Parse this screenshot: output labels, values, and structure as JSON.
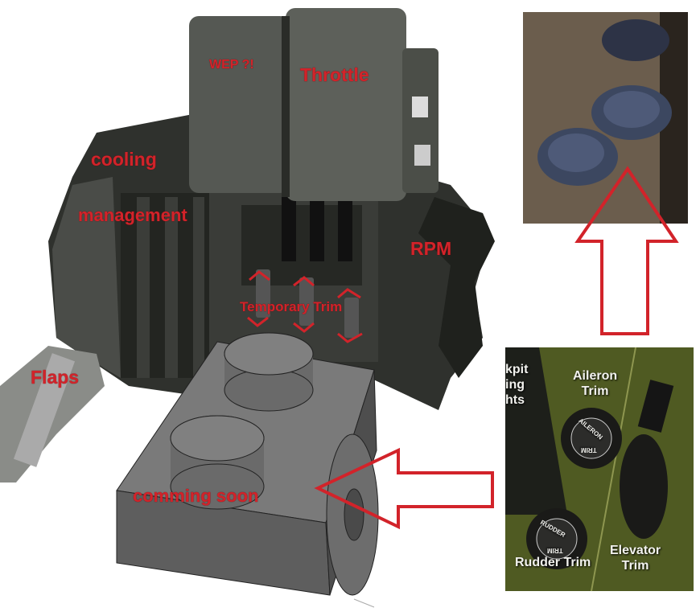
{
  "annotations": {
    "wep": "WEP ?!",
    "throttle": "Throttle",
    "cooling": "cooling",
    "management": "management",
    "rpm": "RPM",
    "temporary_trim": "Temporary Trim",
    "flaps": "Flaps",
    "coming_soon": "comming soon"
  },
  "inset_panel": {
    "cut_off_label": [
      "kpit",
      "ing",
      "hts"
    ],
    "aileron_trim": [
      "Aileron",
      "Trim"
    ],
    "rudder_trim": "Rudder Trim",
    "elevator_trim": [
      "Elevator",
      "Trim"
    ],
    "aileron_knob_text": "AILERON",
    "rudder_knob_text": "RUDDER",
    "knob_trim_text": "TRIM"
  },
  "colors": {
    "annotation_red": "#d2232a",
    "panel_olive": "#4f5a22",
    "brick_grey": "#6e6e6e",
    "quadrant_dark": "#2e302c"
  }
}
